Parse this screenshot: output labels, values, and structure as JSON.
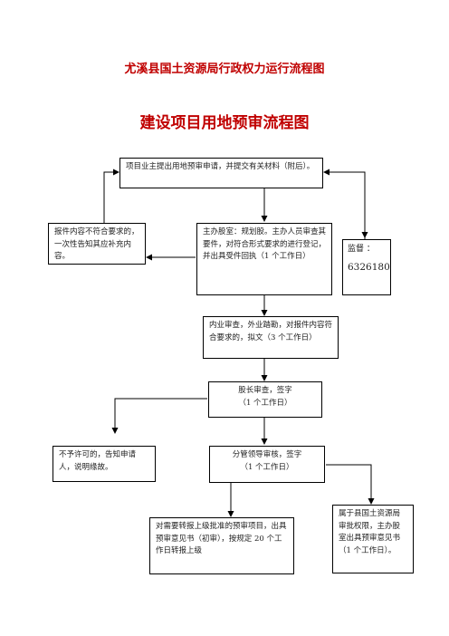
{
  "header": {
    "main_title": "尤溪县国土资源局行政权力运行流程图",
    "sub_title": "建设项目用地预审流程图"
  },
  "nodes": {
    "apply": "项目业主提出用地预审申请，并提交有关材料（附后）。",
    "supplement": "报件内容不符合要求的，一次性告知其应补充内容。",
    "office": "主办股室：规划股。主办人员审查其要件，对符合形式要求的进行登记，并出具受件回执（1 个工作日）",
    "monitor_label": "监督   ：",
    "monitor_phone": "6326180",
    "field_review": "内业审查，外业踏勘，对报件内容符合要求的，拟文（3 个工作日）",
    "chief_review_line1": "股长审查，签字",
    "chief_review_line2": "（1 个工作日）",
    "reject": "不予许可的，告知申请人，说明缘故。",
    "leader_review_line1": "分管领导审核，签字",
    "leader_review_line2": "（1 个工作日）",
    "upper_report": "对需要转报上级批准的预审项目，出具预审意见书（初审），按规定 20 个工作日转报上级",
    "county_approve": "属于县国土资源局审批权限，主办股室出具预审意见书（1 个工作日）。"
  }
}
